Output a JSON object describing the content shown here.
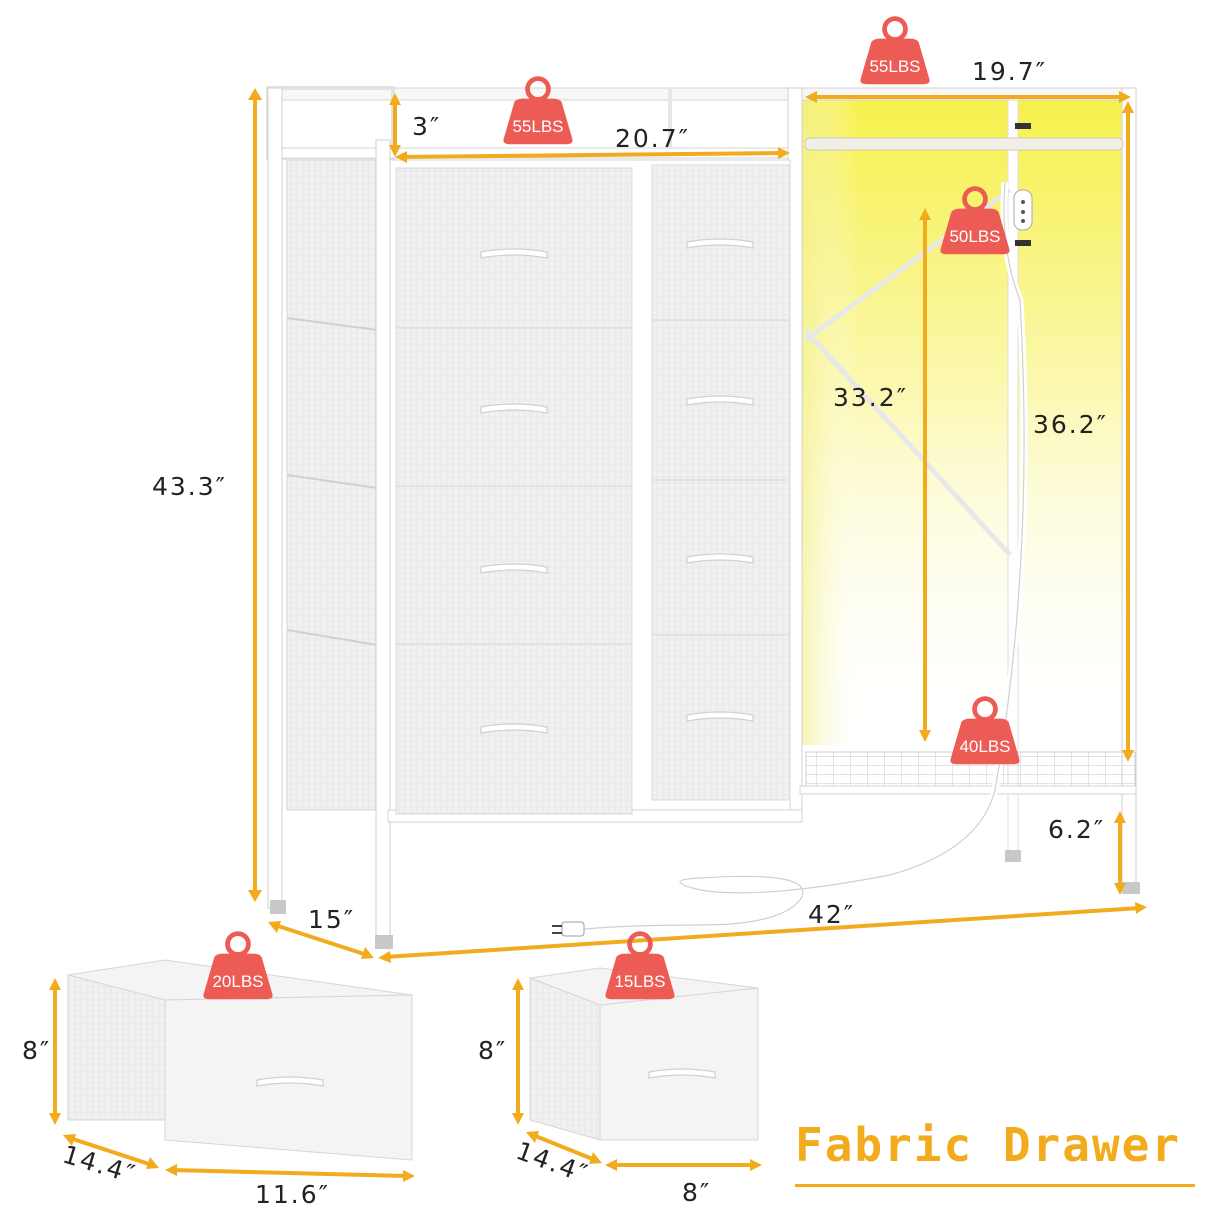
{
  "product": {
    "title": "Fabric Drawer",
    "drawer_count": 8,
    "colors": {
      "frame": "#ffffff",
      "fabric": "#efefef",
      "dimension_line": "#f2ab1c",
      "weight_badge": "#ec5c55",
      "led_glow": "#f6f04a"
    }
  },
  "dimensions": {
    "top_shelf_height": "3″",
    "drawer_section_width": "20.7″",
    "hanging_section_width": "19.7″",
    "total_height": "43.3″",
    "hanging_height": "33.2″",
    "hanging_section_height": "36.2″",
    "bottom_clearance": "6.2″",
    "depth": "15″",
    "total_width": "42″",
    "large_drawer_height": "8″",
    "large_drawer_depth": "14.4″",
    "large_drawer_width": "11.6″",
    "small_drawer_height": "8″",
    "small_drawer_depth": "14.4″",
    "small_drawer_width": "8″"
  },
  "weights": {
    "top_shelf_left": "55LBS",
    "top_shelf_right": "55LBS",
    "hanging_rod": "50LBS",
    "bottom_shelf": "40LBS",
    "large_drawer": "20LBS",
    "small_drawer": "15LBS"
  },
  "icons": [
    "weight-icon",
    "power-plug-icon",
    "power-switch-icon"
  ]
}
